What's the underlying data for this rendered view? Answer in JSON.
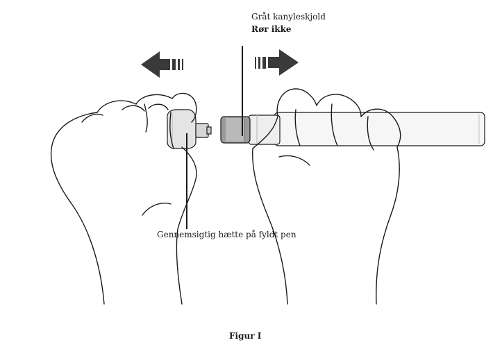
{
  "labels": {
    "needle_shield": "Gråt kanyleskjold",
    "do_not_touch": "Rør ikke",
    "clear_cap": "Gennemsigtig hætte på fyldt pen"
  },
  "caption": "Figur I",
  "colors": {
    "arrow": "#3a3a3a",
    "line": "#1a1a1a",
    "shield": "#9a9a9a",
    "pen_body": "#f6f6f6"
  }
}
